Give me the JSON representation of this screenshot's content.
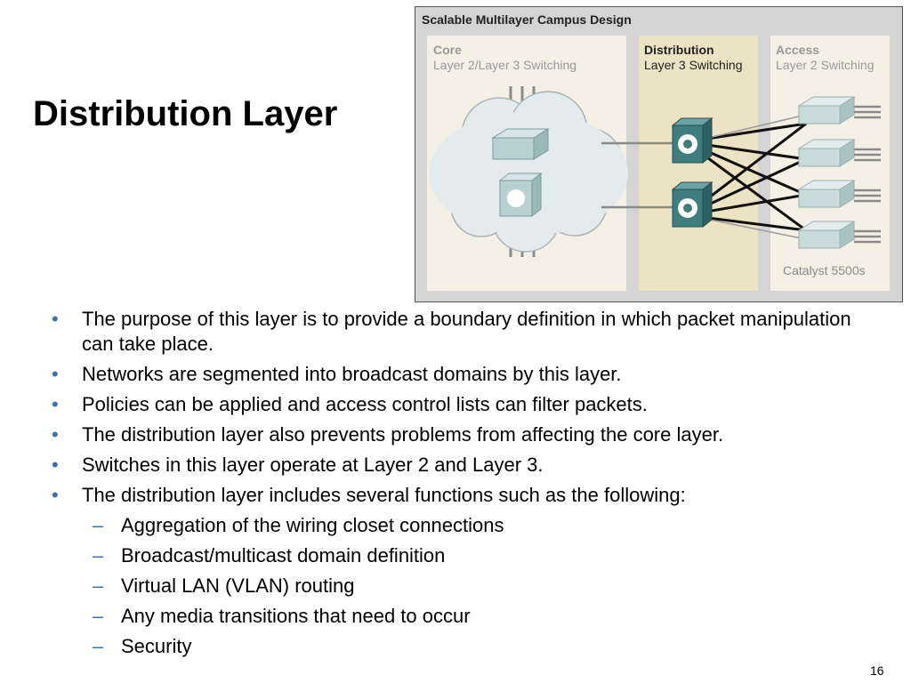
{
  "slide": {
    "title": "Distribution Layer",
    "number": "16"
  },
  "figure": {
    "title": "Scalable Multilayer Campus Design",
    "columns": {
      "core": {
        "name": "Core",
        "sub": "Layer 2/Layer 3 Switching"
      },
      "distribution": {
        "name": "Distribution",
        "sub": "Layer 3 Switching"
      },
      "access": {
        "name": "Access",
        "sub": "Layer 2 Switching"
      }
    },
    "caption": "Catalyst 5500s"
  },
  "bullets": [
    "The purpose of this layer is to provide a boundary definition in which packet manipulation can take place.",
    "Networks are segmented into broadcast domains by this layer.",
    "Policies can be applied and access control lists can filter packets.",
    "The distribution layer also prevents problems from affecting the core layer.",
    "Switches in this layer operate at Layer 2 and Layer 3.",
    "The distribution layer includes several functions such as the following:"
  ],
  "sub_bullets": [
    "Aggregation of the wiring closet connections",
    "Broadcast/multicast domain definition",
    "Virtual LAN (VLAN) routing",
    "Any media transitions that need to occur",
    "Security"
  ],
  "colors": {
    "bullet_accent": "#3a74b8",
    "figure_frame": "#d4d4d4",
    "core_panel": "#f4f0e6",
    "distribution_panel": "#ece2c4",
    "switch_teal": "#3f7d7f"
  }
}
